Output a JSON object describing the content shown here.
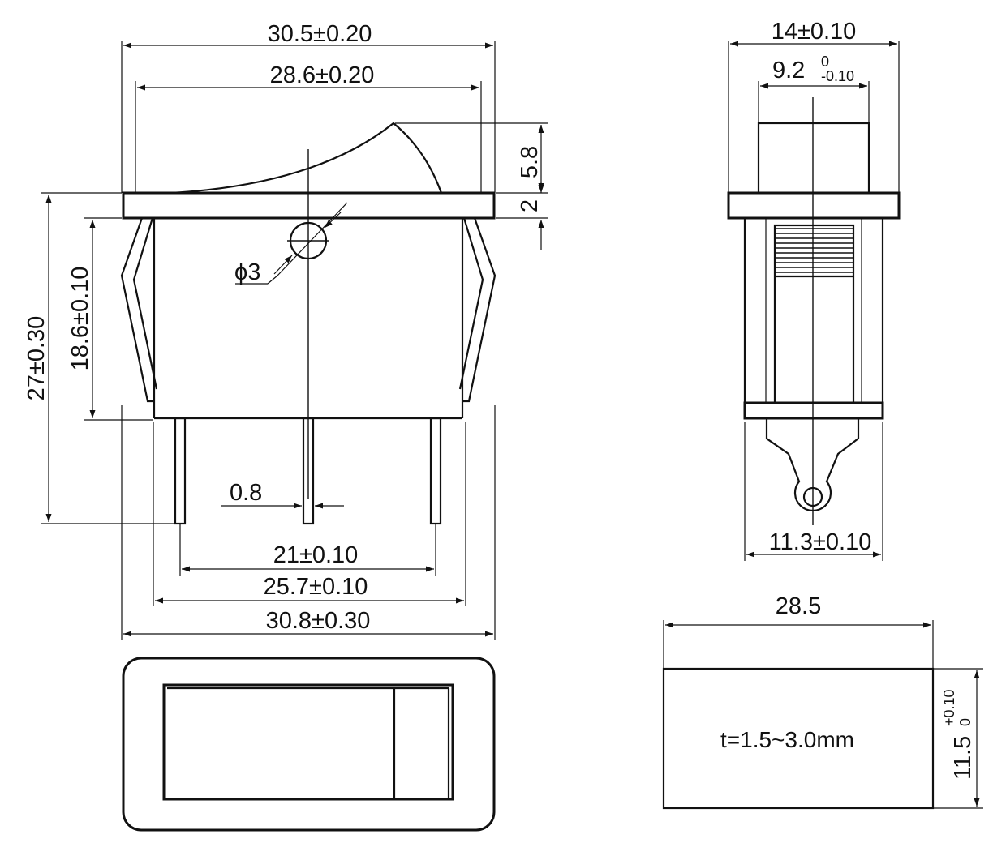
{
  "front_view": {
    "width_outer": "30.5±0.20",
    "width_inner": "28.6±0.20",
    "height_actuator": "5.8",
    "height_flange": "2",
    "height_total": "27±0.30",
    "height_body": "18.6±0.10",
    "hole": "ϕ3",
    "pin_width": "0.8",
    "pin_span_outer": "21±0.10",
    "body_width": "25.7±0.10",
    "clip_width": "30.8±0.30"
  },
  "side_view": {
    "width_flange": "14±0.10",
    "width_actuator_main": "9.2",
    "width_actuator_tol_top": "0",
    "width_actuator_tol_bottom": "-0.10",
    "width_body": "11.3±0.10"
  },
  "cutout": {
    "width": "28.5",
    "height_main": "11.5",
    "height_tol_top": "+0.10",
    "height_tol_bottom": "0",
    "panel_thickness": "t=1.5~3.0mm"
  }
}
